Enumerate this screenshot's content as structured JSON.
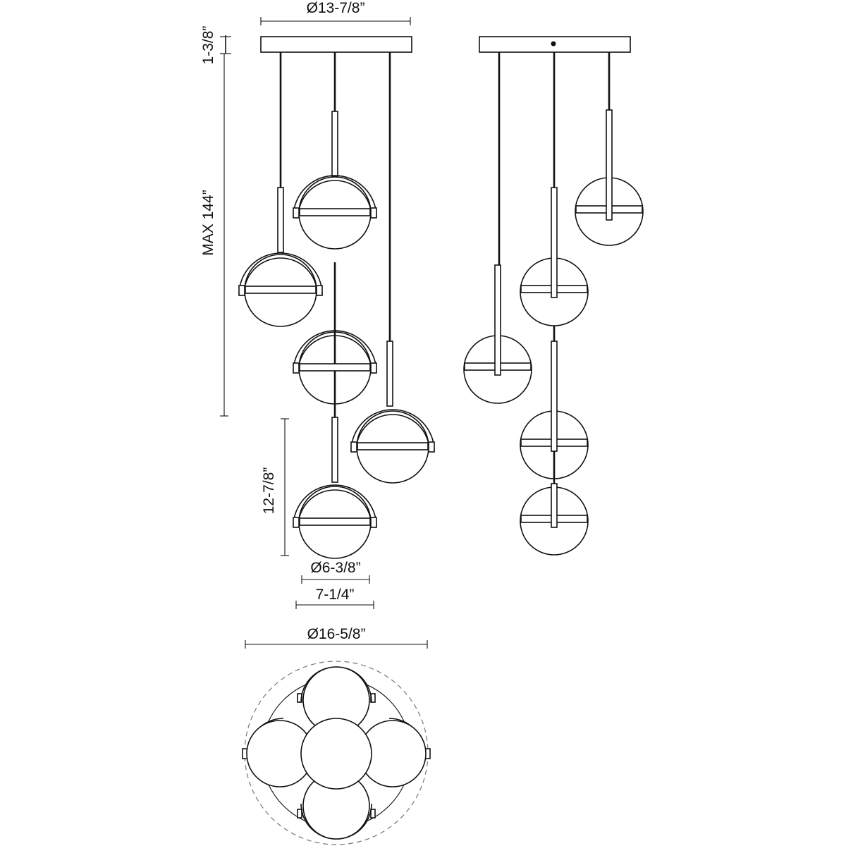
{
  "dimensions": {
    "canopy_diameter": "Ø13-7/8”",
    "canopy_height": "1-3/8”",
    "max_height": "MAX 144”",
    "pendant_height": "12-7/8”",
    "globe_diameter": "Ø6-3/8”",
    "pendant_width": "7-1/4”",
    "overall_diameter": "Ø16-5/8”"
  }
}
